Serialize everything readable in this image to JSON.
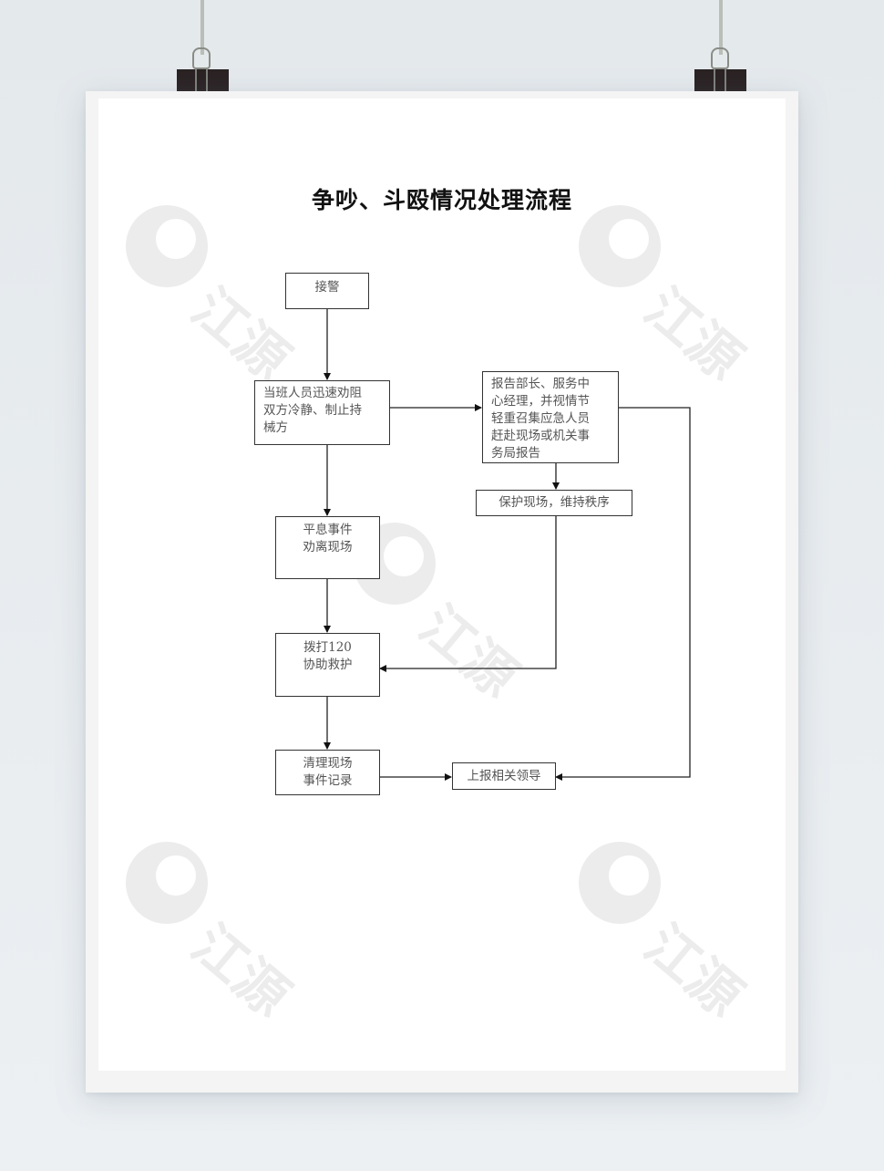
{
  "document": {
    "title": "争吵、斗殴情况处理流程",
    "watermark_text": "江源",
    "colors": {
      "background": "#e7ebee",
      "frame": "#f4f4f4",
      "paper": "#ffffff",
      "clip": "#2a2223",
      "box_border": "#333333",
      "box_text": "#555555",
      "title_text": "#111111",
      "watermark": "#ececec"
    }
  },
  "flowchart": {
    "nodes": [
      {
        "id": "receive-alarm",
        "text": "接警"
      },
      {
        "id": "stop-fight",
        "text": "当班人员迅速劝阻\n双方冷静、制止持\n械方"
      },
      {
        "id": "report-manager",
        "text": "报告部长、服务中\n心经理，并视情节\n轻重召集应急人员\n赶赴现场或机关事\n务局报告"
      },
      {
        "id": "protect-scene",
        "text": "保护现场，维持秩序"
      },
      {
        "id": "calm-event",
        "text": "平息事件\n劝离现场"
      },
      {
        "id": "call-120",
        "text": "拨打120\n协助救护"
      },
      {
        "id": "clean-record",
        "text": "清理现场\n事件记录"
      },
      {
        "id": "report-leaders",
        "text": "上报相关领导"
      }
    ],
    "edges": [
      {
        "from": "receive-alarm",
        "to": "stop-fight"
      },
      {
        "from": "stop-fight",
        "to": "report-manager"
      },
      {
        "from": "stop-fight",
        "to": "calm-event"
      },
      {
        "from": "report-manager",
        "to": "protect-scene"
      },
      {
        "from": "protect-scene",
        "to": "call-120"
      },
      {
        "from": "calm-event",
        "to": "call-120"
      },
      {
        "from": "call-120",
        "to": "clean-record"
      },
      {
        "from": "clean-record",
        "to": "report-leaders"
      },
      {
        "from": "report-manager",
        "to": "report-leaders"
      }
    ]
  }
}
